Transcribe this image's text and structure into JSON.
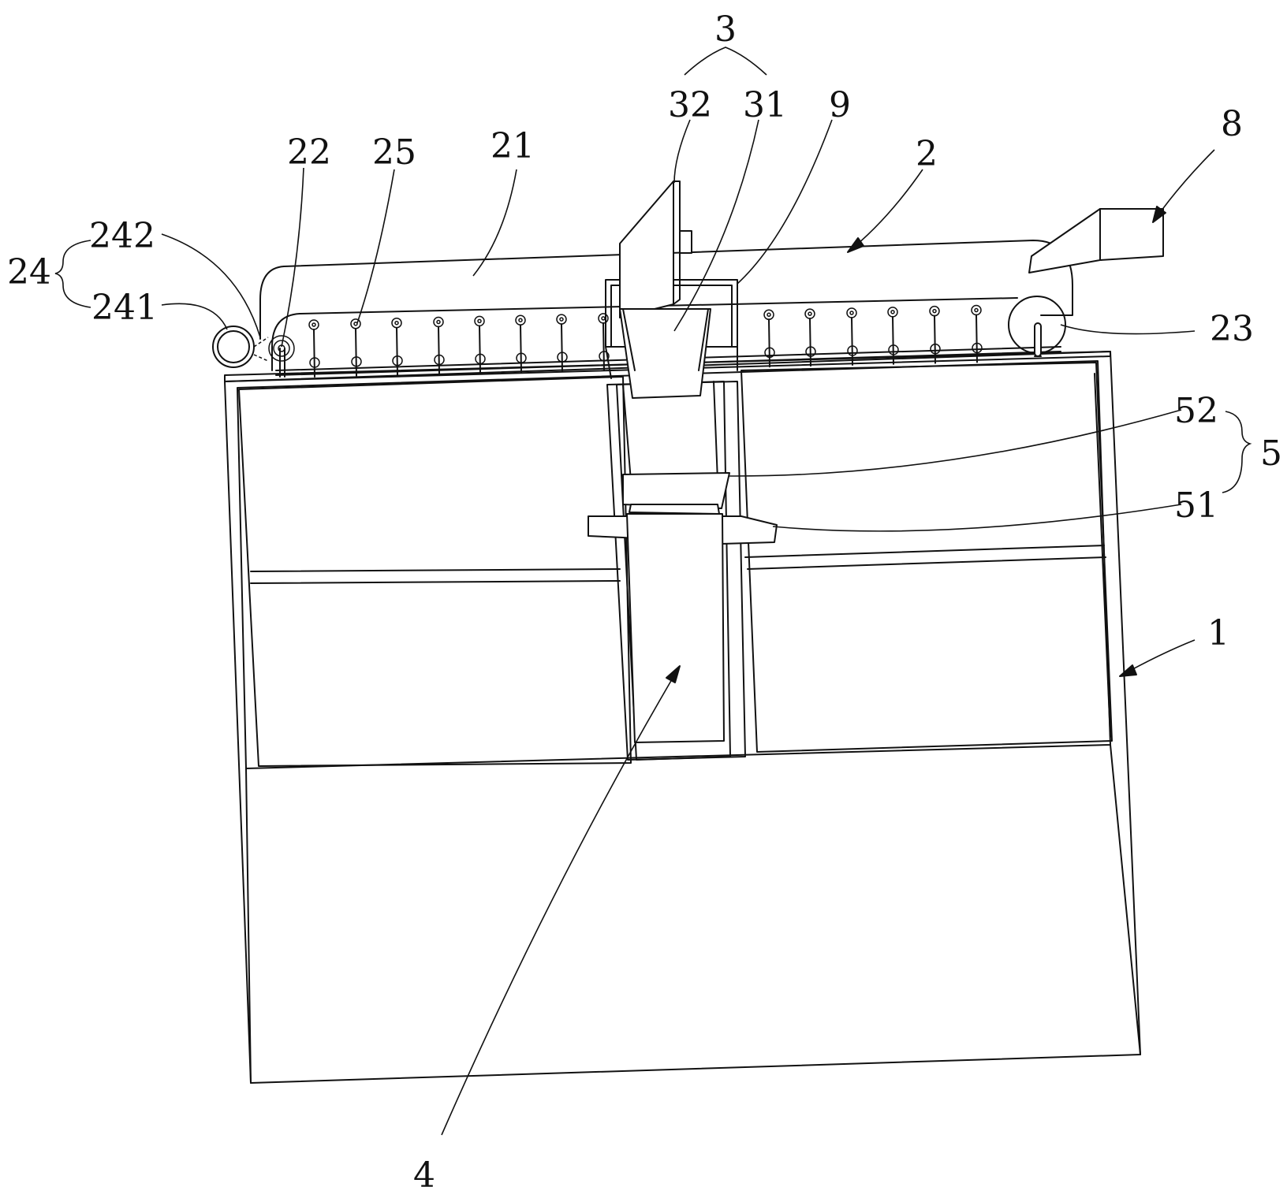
{
  "labels": {
    "l1": "1",
    "l2": "2",
    "l3": "3",
    "l4": "4",
    "l5": "5",
    "l8": "8",
    "l9": "9",
    "l21": "21",
    "l22": "22",
    "l23": "23",
    "l24": "24",
    "l25": "25",
    "l31": "31",
    "l32": "32",
    "l51": "51",
    "l52": "52",
    "l241": "241",
    "l242": "242"
  },
  "colors": {
    "line": "#111111",
    "background": "#ffffff"
  }
}
